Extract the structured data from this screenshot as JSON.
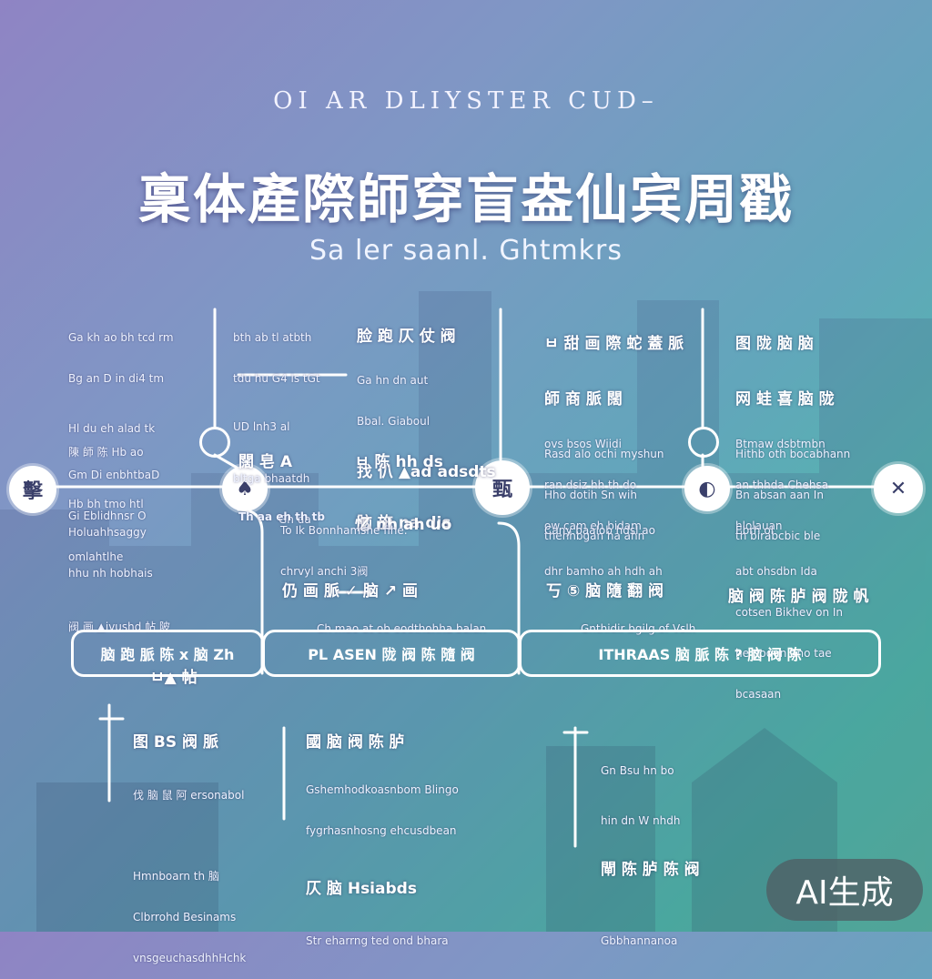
{
  "header": {
    "caption": "OI AR DLIYSTER CUD–",
    "title": "稟体產際師穿盲盎仙宾周戳",
    "subtitle": "Sa ler saanl. Ghtmkrs"
  },
  "nodes": [
    {
      "name": "node-1",
      "glyph": "擊"
    },
    {
      "name": "node-2",
      "glyph": "♠"
    },
    {
      "name": "node-3",
      "glyph": "甄"
    },
    {
      "name": "node-4",
      "glyph": "◐"
    },
    {
      "name": "node-5",
      "glyph": "✕"
    }
  ],
  "blocks_top": [
    {
      "lines": [
        "Ga kh ao bh tcd rm",
        "Bg an D in di4 tm",
        "Hl du eh alad tk",
        "Gm Di enbhtbaD",
        "Gi Eblidhnsr O",
        "omlahtlhe"
      ]
    },
    {
      "lines": [
        "bth ab tl atbth",
        "tdu hu G4 ls tGt",
        "UD lnh3 al",
        "bltga bhaatdh",
        "Gh da"
      ]
    },
    {
      "lines": [
        "脸 跑 仄 仗 阀",
        "Ga hn dn aut",
        "Bbal. Giaboul",
        "找 仈 ▲ad adsdts",
        "脑 施 na dis"
      ]
    },
    {
      "lines": [
        "ㅂ 甜 画 際 蛇 蓋 脈",
        "師 商 脈 闊",
        "ovs bsos Wiidi",
        "ran dsiz hh th do",
        "ow cam eh bidam"
      ]
    },
    {
      "lines": [
        "图 陇 脑 脑",
        "网 蛙 喜 脑 陇",
        "Btmaw dsbtmbn",
        "an thhda Chehsa",
        "hlolauan"
      ]
    }
  ],
  "blocks_mid": [
    {
      "lines": [
        "陳 師 陈 Hb ao",
        "Hb bh tmo htl"
      ]
    },
    {
      "lines": [
        "闊 皂 A",
        "Th aa eh th tb"
      ]
    },
    {
      "lines": [
        "ㅂ 陈 hh ds",
        "忆 nh ah uo"
      ]
    },
    {
      "lines": [
        "Rasd alo ochi myshun",
        "Hho dotih Sn wih",
        "thehhbgan ha ahn"
      ]
    },
    {
      "lines": [
        "Hithb oth bocabhann",
        "Bn absan aan In",
        "th birabcbic ble"
      ]
    }
  ],
  "blocks_low": [
    {
      "lines": [
        "Holuahhsaggy",
        "hhu nh hobhais",
        "阀 画 ▲ivushd 帖 陂",
        "ㅂ▲ 帖"
      ]
    },
    {
      "lines": [
        "To Ik Bonnhamshe fihe.",
        "chrvyl anchi 3阀",
        "Ch mao at ob eodthohha balan"
      ]
    },
    {
      "lines": [
        "Cany baalob hdsl ao",
        "dhr bamho ah hdh ah",
        "Gnthidir bgilg of Vslh"
      ]
    },
    {
      "lines": [
        "Ebrh ol",
        "abt ohsdbn Ida",
        "cotsen Bikhev on In",
        "he pooun ano tae",
        "bcasaan"
      ]
    }
  ],
  "bottom_row_text": [
    {
      "text": "仍 画 脈 ✓ 脑 ↗ 画"
    },
    {
      "text": "丂 ⑤ 脑 隨 翻 阀"
    },
    {
      "text": "脑 阀 陈 胪 阀 陇 帆"
    }
  ],
  "pills": [
    {
      "label": "脑 跑 脈 陈 ⅹ 脑 Zh"
    },
    {
      "label": "PL ASEN 陇 阀 陈 隨 阀"
    },
    {
      "label": "ITHRAAS 脑 脈 陈 ? 脑 阀 陈"
    }
  ],
  "footer_blocks": [
    {
      "lines": [
        "图 BS 阀 脈",
        "伐 脑 鼠 阿 ersonabol",
        "",
        "Hmnboarn th 脑",
        "Clbrrohd Besinams",
        "vnsgeuchasdhhHchk"
      ]
    },
    {
      "lines": [
        "國 脑 阀 陈 胪",
        "Gshemhodkoasnbom Blingo",
        "fygrhasnhosng ehcusdbean",
        "仄 脑 Hsiabds",
        "Str eharrng ted ond bhara"
      ]
    },
    {
      "lines": [
        "Gn Bsu hn bo",
        "hin dn W nhdh",
        "閘 陈 胪 陈 阀",
        "Gbbhannanoa"
      ]
    }
  ],
  "badge": "AI生成",
  "colors": {
    "accent": "#ffffff",
    "gradient_start": "#8f84c4",
    "gradient_end": "#4dbba8"
  }
}
